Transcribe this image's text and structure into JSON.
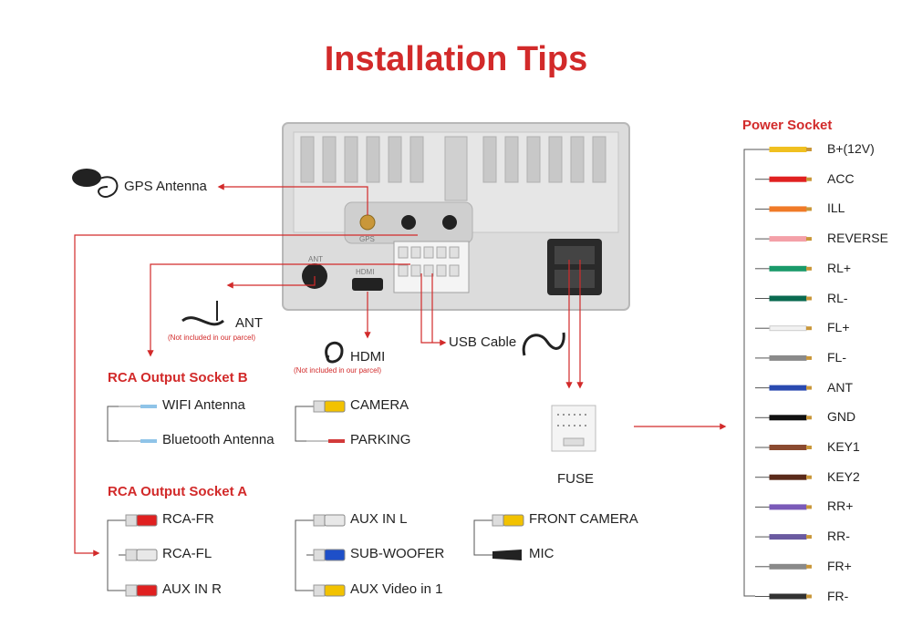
{
  "title": "Installation Tips",
  "unit_labels": {
    "gps": "GPS",
    "ant": "ANT",
    "hdmi": "HDMI"
  },
  "gps_antenna": {
    "label": "GPS Antenna"
  },
  "ant": {
    "label": "ANT",
    "note": "(Not included in our parcel)"
  },
  "hdmi": {
    "label": "HDMI",
    "note": "(Not included in our parcel)"
  },
  "usb": {
    "label": "USB Cable"
  },
  "fuse": {
    "label": "FUSE"
  },
  "rca_b": {
    "title": "RCA Output Socket B",
    "items": [
      {
        "label": "WIFI Antenna",
        "color": "#8fc4e8"
      },
      {
        "label": "Bluetooth Antenna",
        "color": "#8fc4e8"
      },
      {
        "label": "CAMERA",
        "color": "#f2c200"
      },
      {
        "label": "PARKING",
        "color": "#d23a3a"
      }
    ]
  },
  "rca_a": {
    "title": "RCA Output Socket A",
    "items": [
      {
        "label": "RCA-FR",
        "color": "#e02020"
      },
      {
        "label": "RCA-FL",
        "color": "#e8e8e8"
      },
      {
        "label": "AUX IN R",
        "color": "#e02020"
      },
      {
        "label": "AUX IN L",
        "color": "#e8e8e8"
      },
      {
        "label": "SUB-WOOFER",
        "color": "#1e4fc8"
      },
      {
        "label": "AUX Video in 1",
        "color": "#f2c200"
      },
      {
        "label": "FRONT CAMERA",
        "color": "#f2c200"
      },
      {
        "label": "MIC",
        "color": "#222222"
      }
    ]
  },
  "power_socket": {
    "title": "Power Socket",
    "wires": [
      {
        "label": "B+(12V)",
        "color": "#f0c020"
      },
      {
        "label": "ACC",
        "color": "#e02020"
      },
      {
        "label": "ILL",
        "color": "#f07a28"
      },
      {
        "label": "REVERSE",
        "color": "#f4a0a8"
      },
      {
        "label": "RL+",
        "color": "#1a9a6a"
      },
      {
        "label": "RL-",
        "color": "#0a6a50"
      },
      {
        "label": "FL+",
        "color": "#f2f2f2"
      },
      {
        "label": "FL-",
        "color": "#8a8a8a"
      },
      {
        "label": "ANT",
        "color": "#2a4ab0"
      },
      {
        "label": "GND",
        "color": "#111111"
      },
      {
        "label": "KEY1",
        "color": "#8a4a30"
      },
      {
        "label": "KEY2",
        "color": "#5a2a1a"
      },
      {
        "label": "RR+",
        "color": "#7a5ab8"
      },
      {
        "label": "RR-",
        "color": "#6a5aa0"
      },
      {
        "label": "FR+",
        "color": "#8a8a8a"
      },
      {
        "label": "FR-",
        "color": "#333333"
      }
    ]
  },
  "colors": {
    "accent": "#d22a2a",
    "connector_line": "#d22a2a",
    "unit": "#d9d9d9"
  }
}
